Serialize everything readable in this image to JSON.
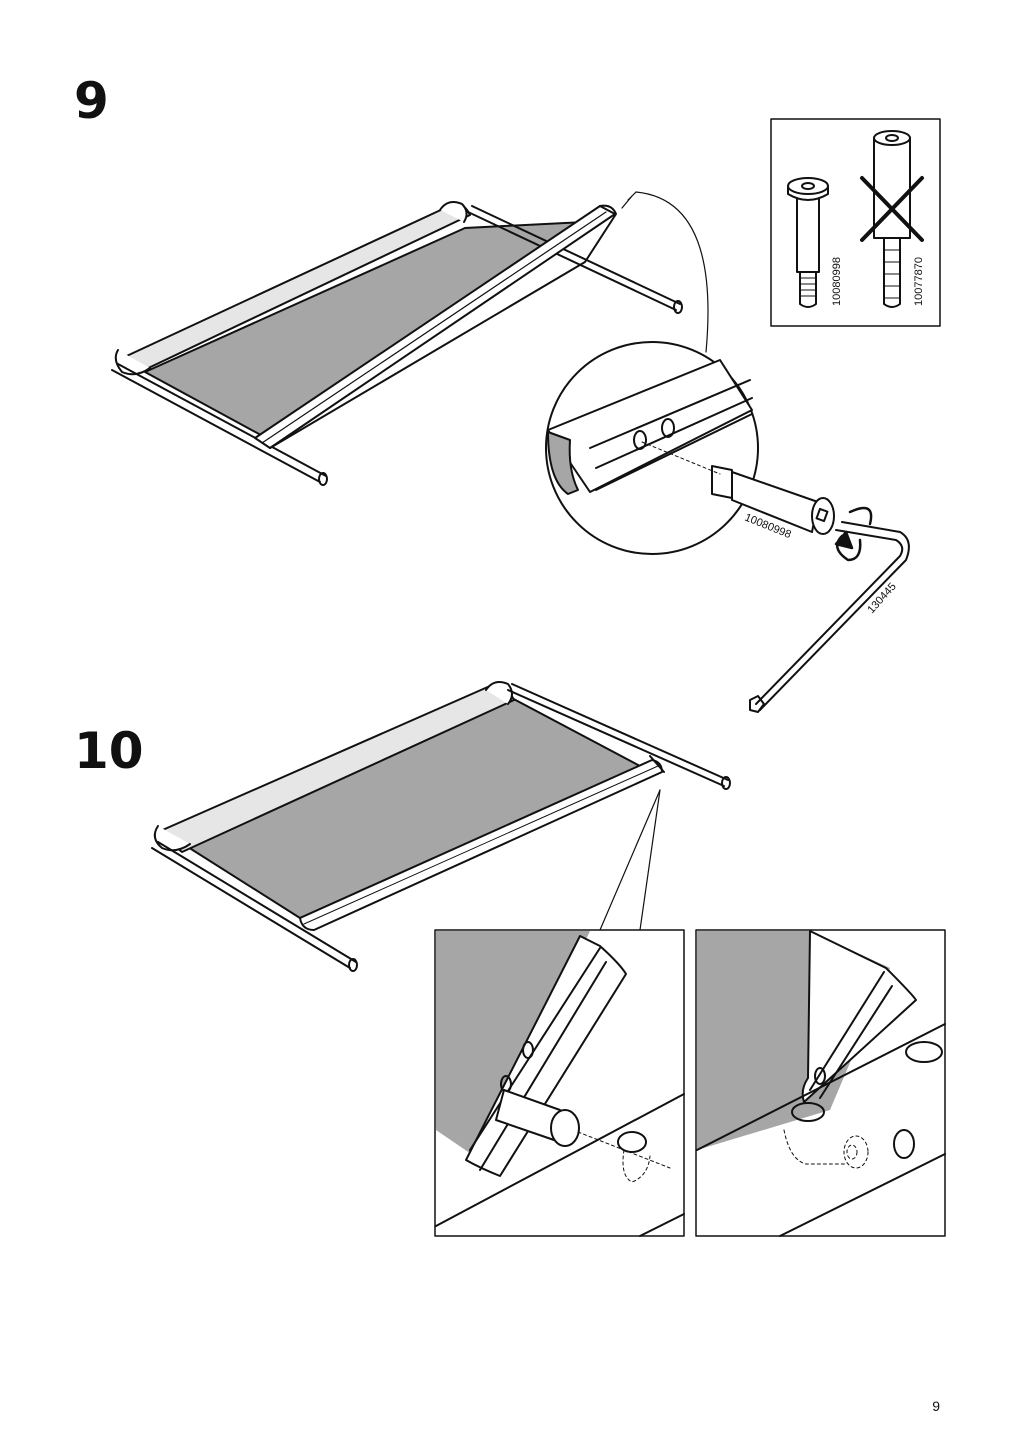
{
  "page": {
    "number": "9"
  },
  "steps": [
    {
      "number": "9"
    },
    {
      "number": "10"
    }
  ],
  "parts": {
    "correct_screw": "10080998",
    "wrong_screw": "10077870",
    "detail_screw": "10080998",
    "allen_key": "130445"
  },
  "colors": {
    "fabric": "#a6a6a6",
    "line": "#111111",
    "background": "#ffffff"
  },
  "icons": {
    "reject_mark": "cross-icon",
    "rotation": "rotate-arrow-icon"
  }
}
